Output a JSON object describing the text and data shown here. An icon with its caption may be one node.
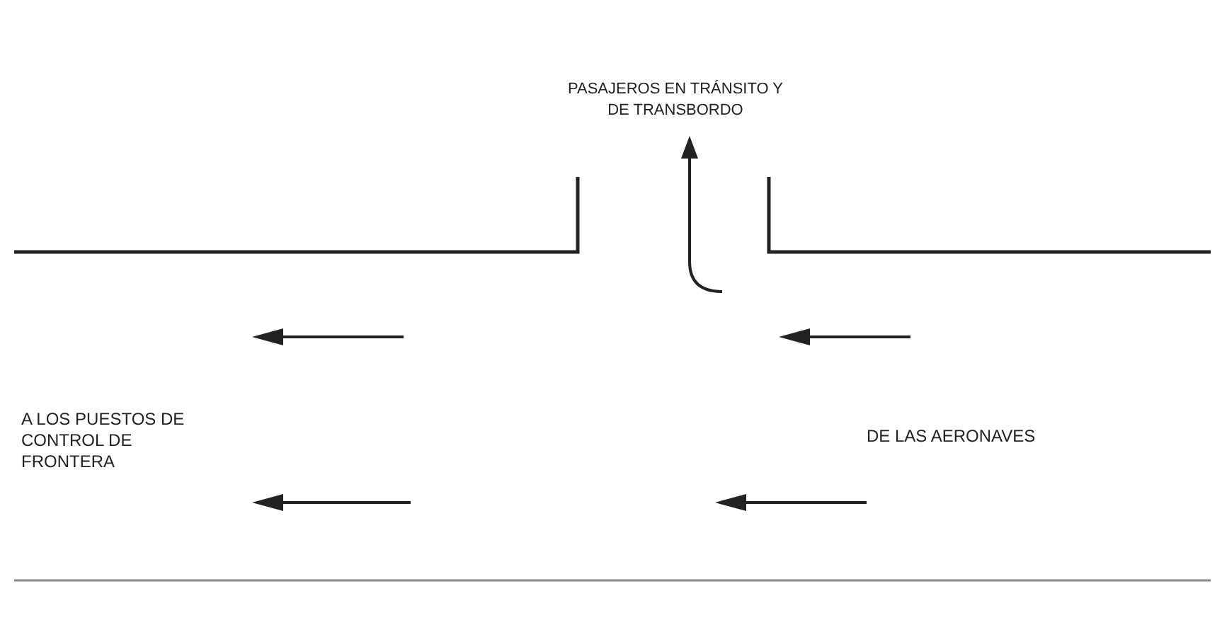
{
  "diagram": {
    "labels": [
      "PASAJEROS EN TRÁNSITO Y DE TRANSBORDO",
      "A LOS PUESTOS DE CONTROL DE FRONTERA",
      "DE LAS AERONAVES"
    ]
  }
}
